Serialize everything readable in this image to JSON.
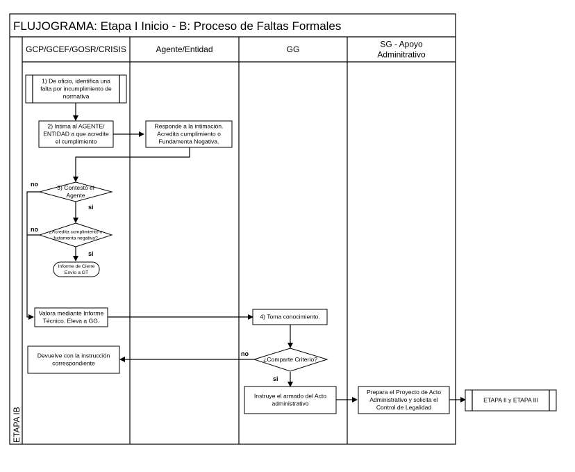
{
  "title": "FLUJOGRAMA: Etapa I Inicio - B: Proceso de Faltas Formales",
  "stage_label": "ETAPA IB",
  "lanes": [
    {
      "label_lines": [
        "GCP/GCEF/GOSR/CRISIS"
      ]
    },
    {
      "label_lines": [
        "Agente/Entidad"
      ]
    },
    {
      "label_lines": [
        "GG"
      ]
    },
    {
      "label_lines": [
        "SG - Apoyo",
        "Adminitrativo"
      ]
    }
  ],
  "nodes": {
    "step1": {
      "type": "predefined-process",
      "lines": [
        "1) De oficio, identifica una",
        "falta por incumplimiento de",
        "normativa"
      ]
    },
    "step2": {
      "type": "process",
      "lines": [
        "2) Intima al AGENTE/",
        "ENTIDAD a que acredite",
        "el cumplimiento"
      ]
    },
    "responde": {
      "type": "process",
      "lines": [
        "Responde a la intimación.",
        "Acredita cumplimiento o",
        "Fundamenta Negativa."
      ]
    },
    "decision3": {
      "type": "decision",
      "lines": [
        "3) Contestó el",
        "Agente"
      ]
    },
    "decision_acredita": {
      "type": "decision",
      "lines": [
        "¿Acredita cumplimiento o",
        "fudamenta negativa?"
      ]
    },
    "informe_cierre": {
      "type": "terminator",
      "lines": [
        "Informe de Cierre",
        "Envío a GT"
      ]
    },
    "valora": {
      "type": "process",
      "lines": [
        "Valora mediante Informe",
        "Técnico. Eleva a GG."
      ]
    },
    "step4": {
      "type": "process",
      "lines": [
        "4) Toma conocimiento."
      ]
    },
    "comparte": {
      "type": "decision",
      "lines": [
        "¿Comparte Criterio?"
      ]
    },
    "devuelve": {
      "type": "process",
      "lines": [
        "Devuelve con la instrucción",
        "correspondiente"
      ]
    },
    "instruye": {
      "type": "process",
      "lines": [
        "Instruye el armado del Acto",
        "administrativo"
      ]
    },
    "prepara": {
      "type": "process",
      "lines": [
        "Prepara el Proyecto de Acto",
        "Administrativo y solicita el",
        "Control de Legalidad"
      ]
    },
    "etapa_next": {
      "type": "predefined-process",
      "lines": [
        "ETAPA II y ETAPA III"
      ]
    }
  },
  "edge_labels": {
    "d3_no": "no",
    "d3_si": "si",
    "dacr_no": "no",
    "dacr_si": "si",
    "comparte_no": "no",
    "comparte_si": "si"
  }
}
